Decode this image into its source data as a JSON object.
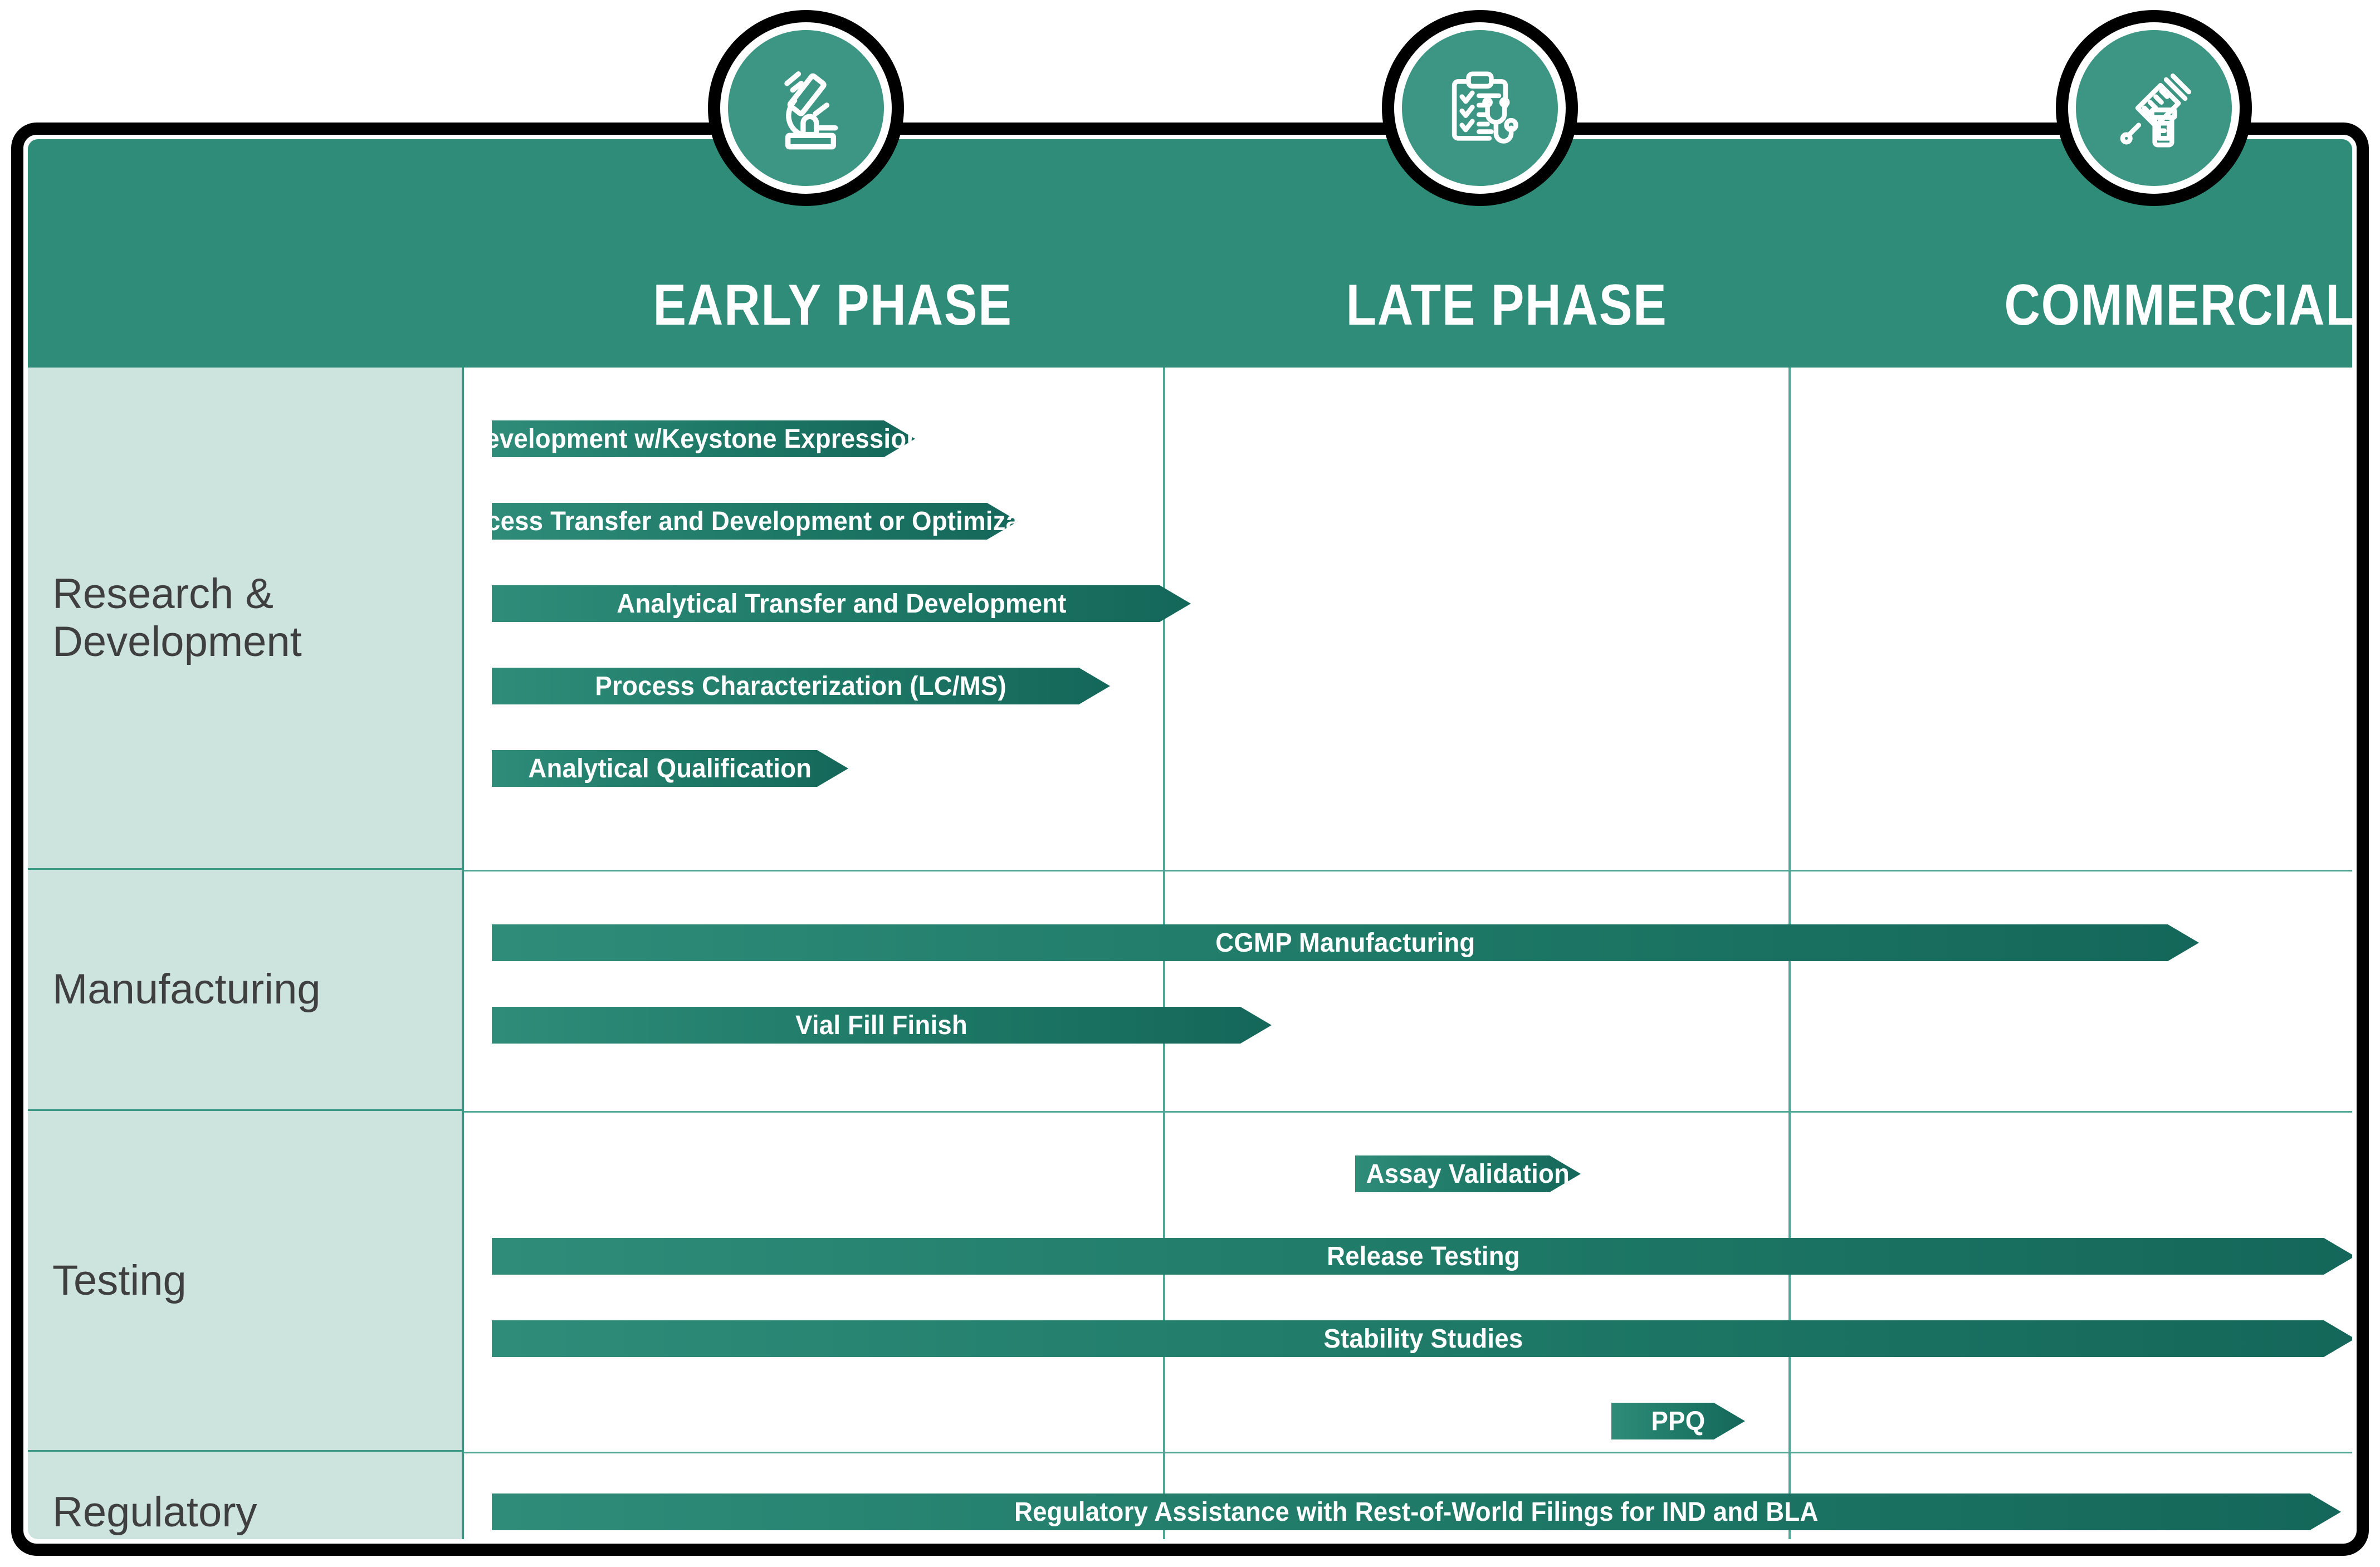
{
  "colors": {
    "header_green": "#2E8C79",
    "bar_start": "#2E8C79",
    "bar_end": "#14675A",
    "label_column": "#CCE3DE",
    "gridline": "#4FA795",
    "frame": "#000000",
    "bubble_fill": "#3D9684",
    "text_on_bar": "#FFFFFF",
    "row_label_text": "#3F3F3F"
  },
  "header": {
    "phases": [
      {
        "label": "EARLY PHASE",
        "icon": "microscope-icon"
      },
      {
        "label": "LATE PHASE",
        "icon": "clipboard-stethoscope-icon"
      },
      {
        "label": "COMMERCIAL",
        "icon": "syringe-vial-icon"
      }
    ]
  },
  "chart_data": {
    "type": "bar",
    "title": "",
    "categories": [
      "EARLY PHASE",
      "LATE PHASE",
      "COMMERCIAL"
    ],
    "ylabel": "",
    "xlabel": "",
    "grid": true,
    "legend": "none",
    "rows": [
      {
        "label": "Research & Development",
        "bars": [
          {
            "label": "Strain Development w/Keystone Expression System",
            "start_phase": "EARLY PHASE",
            "end_phase": "EARLY PHASE",
            "start_pct": 0.0,
            "end_pct": 0.48
          },
          {
            "label": "Process Transfer and Development or Optimization",
            "start_phase": "EARLY PHASE",
            "end_phase": "LATE PHASE",
            "start_pct": 0.0,
            "end_pct": 0.55
          },
          {
            "label": "Analytical Transfer and Development",
            "start_phase": "EARLY PHASE",
            "end_phase": "LATE PHASE",
            "start_pct": 0.0,
            "end_pct": 0.64
          },
          {
            "label": "Process Characterization (LC/MS)",
            "start_phase": "EARLY PHASE",
            "end_phase": "LATE PHASE",
            "start_pct": 0.0,
            "end_pct": 0.6
          },
          {
            "label": "Analytical Qualification",
            "start_phase": "EARLY PHASE",
            "end_phase": "EARLY PHASE",
            "start_pct": 0.0,
            "end_pct": 0.39
          }
        ]
      },
      {
        "label": "Manufacturing",
        "bars": [
          {
            "label": "CGMP Manufacturing",
            "start_phase": "EARLY PHASE",
            "end_phase": "COMMERCIAL",
            "start_pct": 0.0,
            "end_pct": 0.92
          },
          {
            "label": "Vial Fill Finish",
            "start_phase": "EARLY PHASE",
            "end_phase": "LATE PHASE",
            "start_pct": 0.0,
            "end_pct": 0.44
          }
        ]
      },
      {
        "label": "Testing",
        "bars": [
          {
            "label": "Assay Validation",
            "start_phase": "LATE PHASE",
            "end_phase": "LATE PHASE",
            "start_pct": 0.23,
            "end_pct": 0.31
          },
          {
            "label": "Release Testing",
            "start_phase": "EARLY PHASE",
            "end_phase": "COMMERCIAL",
            "start_pct": 0.0,
            "end_pct": 1.0
          },
          {
            "label": "Stability Studies",
            "start_phase": "EARLY PHASE",
            "end_phase": "COMMERCIAL",
            "start_pct": 0.0,
            "end_pct": 1.0
          },
          {
            "label": "PPQ",
            "start_phase": "LATE PHASE",
            "end_phase": "LATE PHASE",
            "start_pct": 0.59,
            "end_pct": 0.66
          }
        ]
      },
      {
        "label": "Regulatory",
        "bars": [
          {
            "label": "Regulatory Assistance with Rest-of-World Filings for IND and BLA",
            "start_phase": "EARLY PHASE",
            "end_phase": "COMMERCIAL",
            "start_pct": 0.0,
            "end_pct": 0.99
          }
        ]
      }
    ]
  }
}
